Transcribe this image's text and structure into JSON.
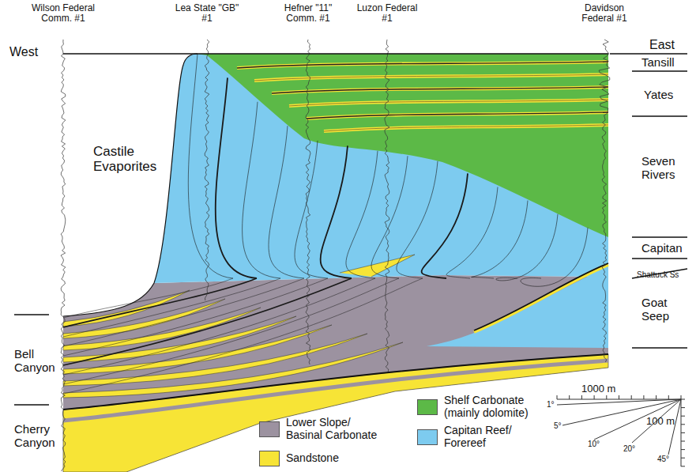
{
  "diagram": {
    "labels": [
      "Wilson Federal Comm. #1",
      "Lea State \"GB\" #1",
      "Hefner \"11\" Comm. #1",
      "Luzon Federal #1",
      "Davidson Federal #1",
      "West",
      "East",
      "Tansill",
      "Yates",
      "Seven Rivers",
      "Capitan",
      "Shattuck Ss",
      "Goat Seep",
      "Bell Canyon",
      "Cherry Canyon",
      "Castile Evaporites",
      "1000 m",
      "100 m",
      "1°",
      "5°",
      "10°",
      "20°",
      "45°"
    ],
    "legend": [
      {
        "text": "Lower Slope/ Basinal Carbonate",
        "color": "#9c92a0"
      },
      {
        "text": "Sandstone",
        "color": "#f7e436"
      },
      {
        "text": "Shelf Carbonate (mainly dolomite)",
        "color": "#5cb947"
      },
      {
        "text": "Capitan Reef/ Forereef",
        "color": "#7dcbef"
      }
    ]
  }
}
